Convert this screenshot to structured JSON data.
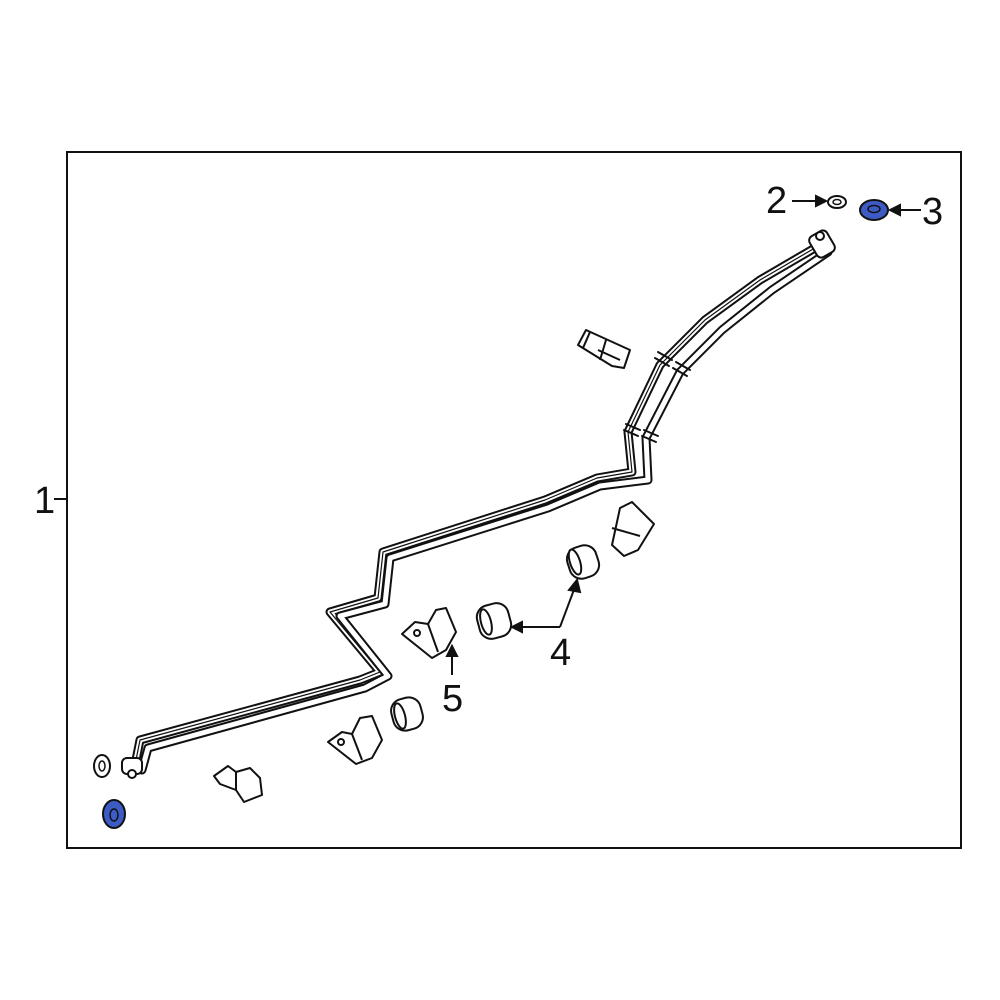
{
  "diagram": {
    "type": "parts-exploded-view",
    "accent_color": "#3d5bc4",
    "callouts": [
      {
        "id": "1",
        "label": "1"
      },
      {
        "id": "2",
        "label": "2"
      },
      {
        "id": "3",
        "label": "3"
      },
      {
        "id": "4",
        "label": "4"
      },
      {
        "id": "5",
        "label": "5"
      }
    ],
    "parts": [
      {
        "callout": "1",
        "name": "transmission-oil-cooler-line"
      },
      {
        "callout": "2",
        "name": "seal-washer"
      },
      {
        "callout": "3",
        "name": "seal-highlighted"
      },
      {
        "callout": "4",
        "name": "insulator-cushion"
      },
      {
        "callout": "5",
        "name": "bracket-clamp"
      }
    ]
  }
}
